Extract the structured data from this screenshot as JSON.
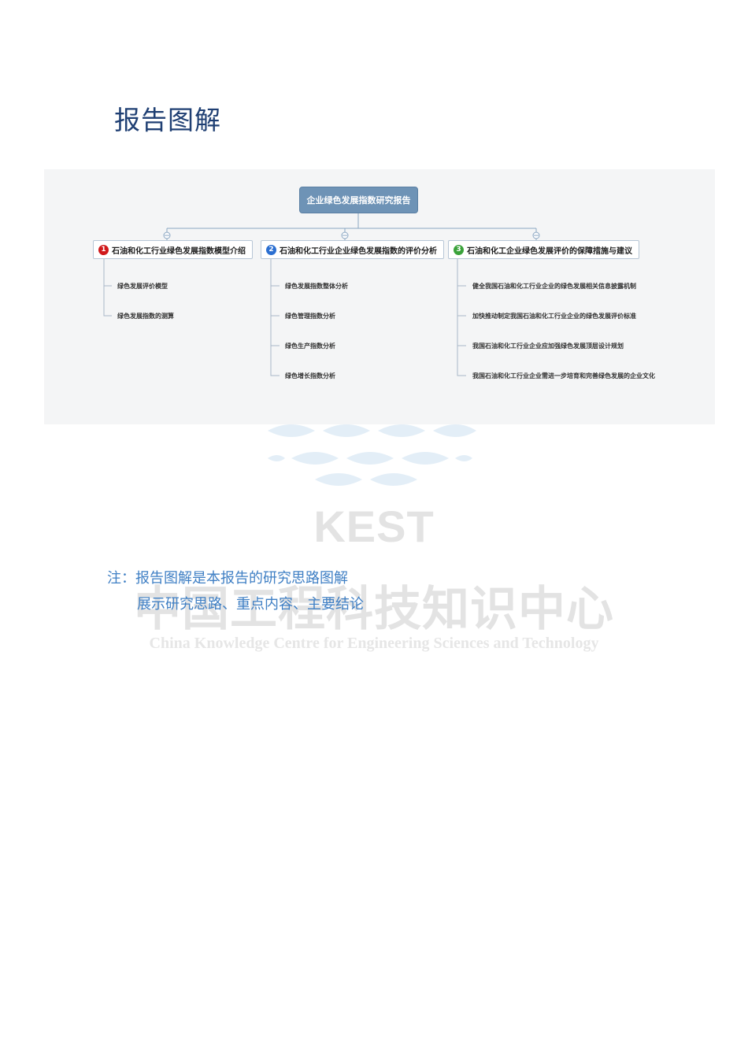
{
  "page": {
    "title": "报告图解"
  },
  "diagram": {
    "root": "企业绿色发展指数研究报告",
    "branches": [
      {
        "number": "1",
        "color": "#d0191b",
        "label": "石油和化工行业绿色发展指数模型介绍",
        "children": [
          "绿色发展评价模型",
          "绿色发展指数的测算"
        ]
      },
      {
        "number": "2",
        "color": "#2b6fd1",
        "label": "石油和化工行业企业绿色发展指数的评价分析",
        "children": [
          "绿色发展指数整体分析",
          "绿色管理指数分析",
          "绿色生产指数分析",
          "绿色增长指数分析"
        ]
      },
      {
        "number": "3",
        "color": "#3aa23a",
        "label": "石油和化工企业绿色发展评价的保障措施与建议",
        "children": [
          "健全我国石油和化工行业企业的绿色发展相关信息披露机制",
          "加快推动制定我国石油和化工行业企业的绿色发展评价标准",
          "我国石油和化工行业企业应加强绿色发展顶层设计规划",
          "我国石油和化工行业企业需进一步培育和完善绿色发展的企业文化"
        ]
      }
    ]
  },
  "watermark": {
    "logo_text": "KEST",
    "name_cn": "中国工程科技知识中心",
    "name_en": "China Knowledge Centre for Engineering Sciences and Technology"
  },
  "note": {
    "line1": "注：报告图解是本报告的研究思路图解",
    "line2": "展示研究思路、重点内容、主要结论"
  }
}
